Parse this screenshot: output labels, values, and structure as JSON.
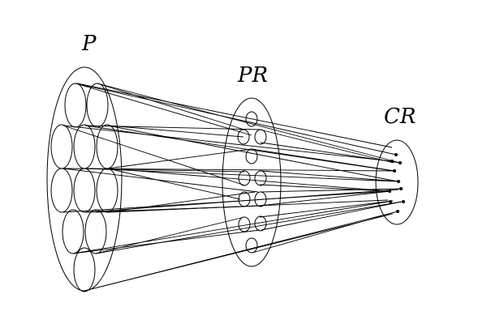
{
  "labels": {
    "p": "P",
    "pr": "PR",
    "cr": "CR"
  },
  "colors": {
    "ink": "#000000",
    "background": "#ffffff"
  }
}
